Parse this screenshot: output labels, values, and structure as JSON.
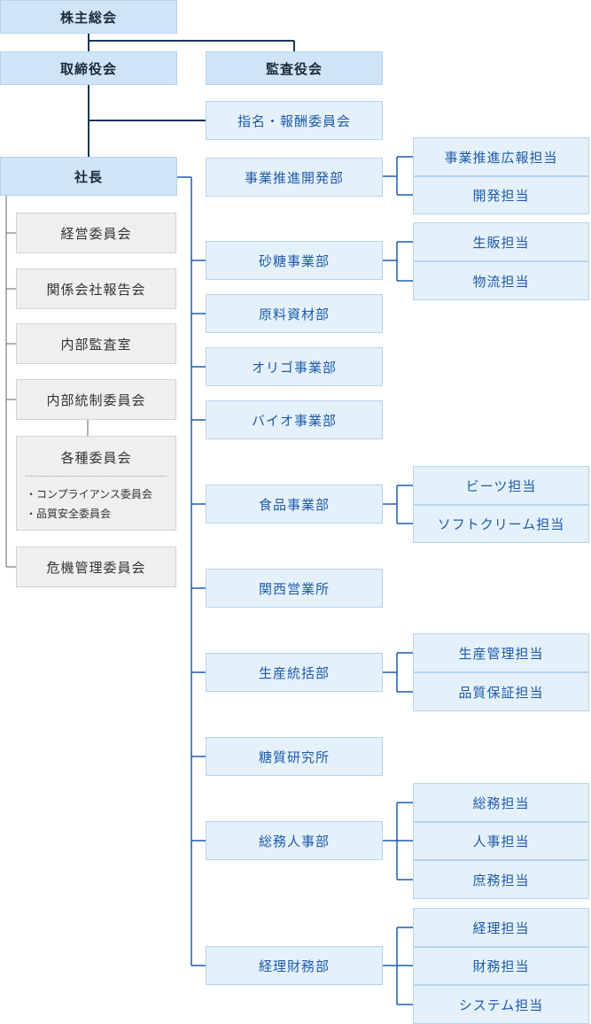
{
  "top": {
    "shareholders": "株主総会",
    "board": "取締役会",
    "auditors": "監査役会",
    "nomination": "指名・報酬委員会",
    "president": "社長"
  },
  "committees": {
    "management": "経営委員会",
    "affiliates": "関係会社報告会",
    "audit": "内部監査室",
    "internal_control": "内部統制委員会",
    "various": {
      "title": "各種委員会",
      "items": [
        "・コンプライアンス委員会",
        "・品質安全委員会"
      ]
    },
    "crisis": "危機管理委員会"
  },
  "departments": [
    {
      "name": "事業推進開発部",
      "sub": [
        "事業推進広報担当",
        "開発担当"
      ]
    },
    {
      "name": "砂糖事業部",
      "sub": [
        "生販担当",
        "物流担当"
      ]
    },
    {
      "name": "原料資材部",
      "sub": []
    },
    {
      "name": "オリゴ事業部",
      "sub": []
    },
    {
      "name": "バイオ事業部",
      "sub": []
    },
    {
      "name": "食品事業部",
      "sub": [
        "ビーツ担当",
        "ソフトクリーム担当"
      ]
    },
    {
      "name": "関西営業所",
      "sub": []
    },
    {
      "name": "生産統括部",
      "sub": [
        "生産管理担当",
        "品質保証担当"
      ]
    },
    {
      "name": "糖質研究所",
      "sub": []
    },
    {
      "name": "総務人事部",
      "sub": [
        "総務担当",
        "人事担当",
        "庶務担当"
      ]
    },
    {
      "name": "経理財務部",
      "sub": [
        "経理担当",
        "財務担当",
        "システム担当"
      ]
    }
  ]
}
